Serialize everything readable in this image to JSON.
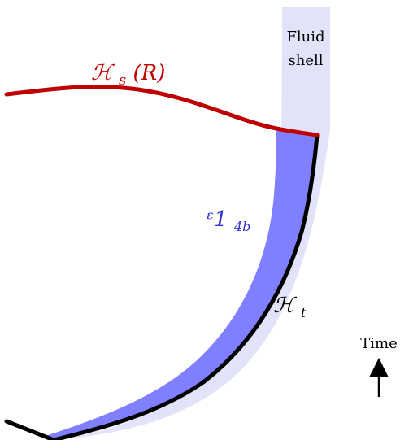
{
  "labels": {
    "fluid_shell_line1": "Fluid",
    "fluid_shell_line2": "shell",
    "hs": {
      "base": "ℋ",
      "sub": "s",
      "rest": "(R)"
    },
    "v4b": {
      "base": "ᵋ1",
      "sub": "4b"
    },
    "ht": {
      "base": "ℋ",
      "sub": "t"
    },
    "time": "Time"
  },
  "colors": {
    "fluid_shell_fill": "#e2e2f8",
    "v4b_fill": "#8080ff",
    "hs_curve": "#c00000",
    "ht_curve": "#000000",
    "hs_label": "#c00000",
    "v4b_label": "#3333cc",
    "ht_label": "#000000",
    "time_label": "#000000",
    "arrow": "#000000"
  }
}
